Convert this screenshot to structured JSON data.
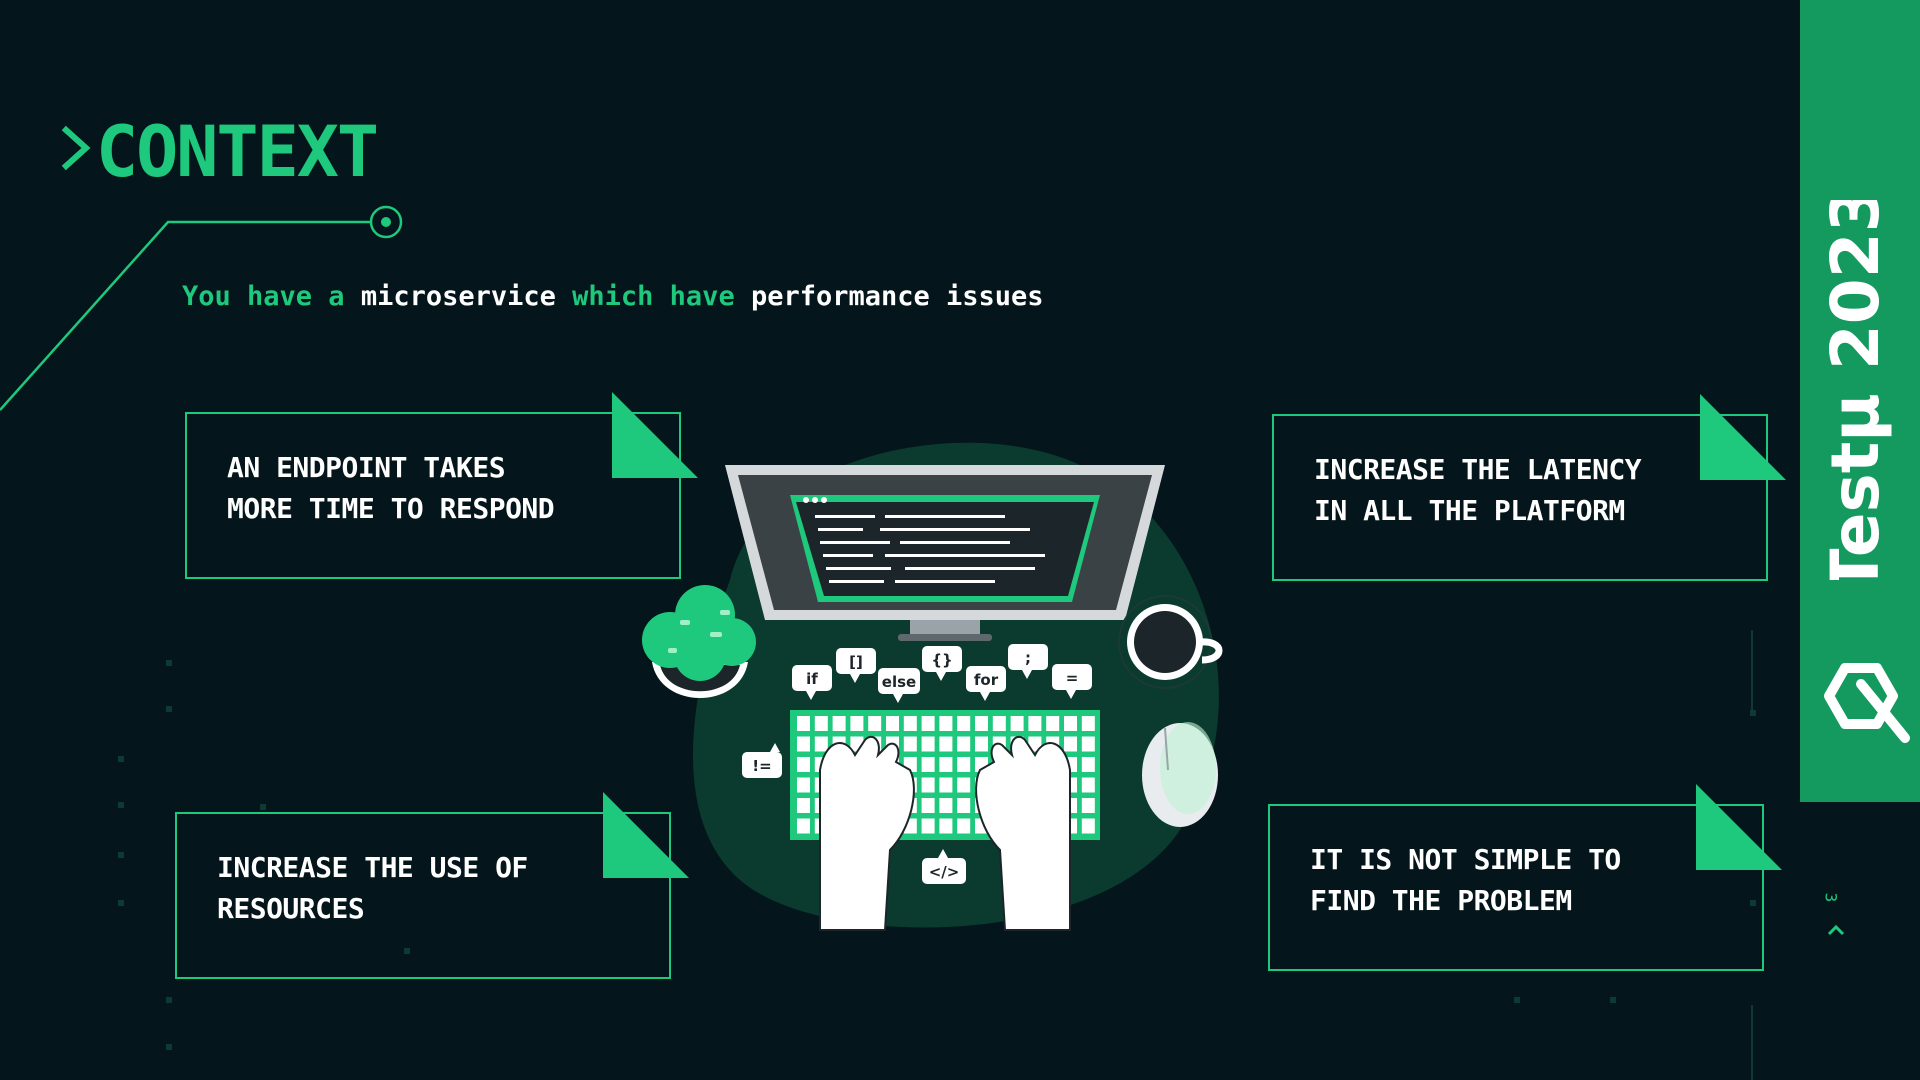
{
  "slide": {
    "title": "CONTEXT",
    "subtitle": {
      "parts": [
        {
          "text": "You have a ",
          "tone": "accent"
        },
        {
          "text": "microservice ",
          "tone": "white"
        },
        {
          "text": "which have ",
          "tone": "accent"
        },
        {
          "text": "performance issues",
          "tone": "white"
        }
      ]
    },
    "cards": {
      "top_left": {
        "line1": "AN ENDPOINT TAKES",
        "line2": "MORE TIME TO RESPOND"
      },
      "bottom_left": {
        "line1": "INCREASE THE USE OF",
        "line2": "RESOURCES"
      },
      "top_right": {
        "line1": "INCREASE THE LATENCY",
        "line2": "IN ALL THE PLATFORM"
      },
      "bottom_right": {
        "line1": "IT IS NOT SIMPLE TO",
        "line2": "FIND THE PROBLEM"
      }
    },
    "banner": {
      "brand": "Testμ 2023",
      "logo_icon": "lambdatest-logo-icon"
    },
    "page_number": "3",
    "illustration": {
      "keywords": [
        "if",
        "[]",
        "else",
        "{}",
        "for",
        ";",
        "=",
        "!=",
        "</>"
      ],
      "icons": [
        "monitor-icon",
        "keyboard-icon",
        "hands-icon",
        "coffee-cup-icon",
        "mouse-icon",
        "plant-icon"
      ]
    },
    "colors": {
      "background": "#04161b",
      "accent": "#1ec87c",
      "banner": "#149a5f",
      "text": "#ffffff"
    }
  }
}
